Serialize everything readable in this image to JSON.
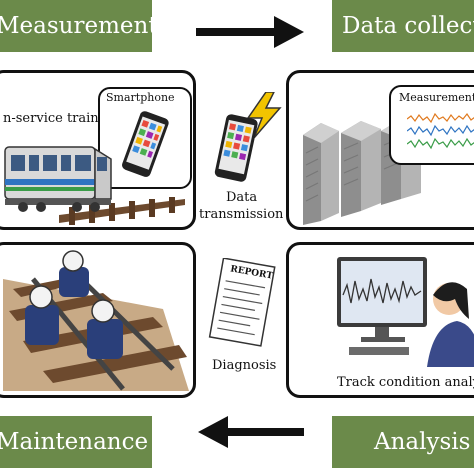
{
  "stages": {
    "measurement": "Measurement",
    "data_collection": "Data collecti",
    "maintenance": "Maintenance",
    "analysis": "Analysis"
  },
  "panels": {
    "train_label": "n-service train",
    "smartphone_label": "Smartphone",
    "measurement_data_label": "Measurement d",
    "track_condition_label": "Track condition analy"
  },
  "center": {
    "data_transmission_line1": "Data",
    "data_transmission_line2": "transmission",
    "report_label": "REPORT",
    "diagnosis_label": "Diagnosis"
  },
  "colors": {
    "stage_green": "#6b8a4a",
    "panel_border": "#111111",
    "lightning_yellow": "#f2c400"
  },
  "icons": [
    "arrow-right-icon",
    "arrow-left-icon",
    "lightning-icon",
    "smartphone-icon",
    "server-icon",
    "train-icon",
    "monitor-icon",
    "report-icon",
    "workers-icon"
  ]
}
